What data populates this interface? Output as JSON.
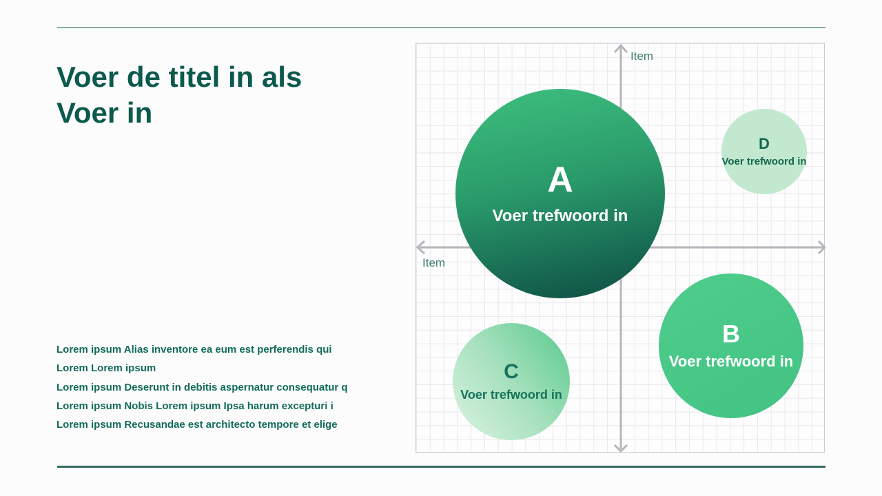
{
  "slide": {
    "title_line1": "Voer de titel in als",
    "title_line2": "Voer in",
    "body_lines": [
      "Lorem ipsum Alias inventore ea eum est perferendis qui",
      "Lorem Lorem ipsum",
      "Lorem ipsum Deserunt in debitis aspernatur consequatur q",
      "Lorem ipsum Nobis Lorem ipsum Ipsa harum excepturi i",
      "Lorem ipsum Recusandae est architecto tempore et elige"
    ]
  },
  "chart": {
    "x_axis_label": "Item",
    "y_axis_label": "Item",
    "bubbles": [
      {
        "id": "A",
        "letter": "A",
        "keyword": "Voer trefwoord in"
      },
      {
        "id": "B",
        "letter": "B",
        "keyword": "Voer trefwoord in"
      },
      {
        "id": "C",
        "letter": "C",
        "keyword": "Voer trefwoord in"
      },
      {
        "id": "D",
        "letter": "D",
        "keyword": "Voer trefwoord in"
      }
    ]
  },
  "chart_data": {
    "type": "scatter",
    "subtype": "bubble-quadrant",
    "title": "",
    "xlabel": "Item",
    "ylabel": "Item",
    "axis_numeric_ticks": false,
    "xlim": [
      -1,
      1
    ],
    "ylim": [
      -1,
      1
    ],
    "grid": true,
    "series": [
      {
        "name": "A",
        "label": "Voer trefwoord in",
        "x": -0.3,
        "y": 0.27,
        "radius_rel": 0.51
      },
      {
        "name": "B",
        "label": "Voer trefwoord in",
        "x": 0.54,
        "y": -0.48,
        "radius_rel": 0.35
      },
      {
        "name": "C",
        "label": "Voer trefwoord in",
        "x": -0.54,
        "y": -0.66,
        "radius_rel": 0.29
      },
      {
        "name": "D",
        "label": "Voer trefwoord in",
        "x": 0.7,
        "y": 0.47,
        "radius_rel": 0.21
      }
    ]
  },
  "colors": {
    "title_text": "#0b5a4d",
    "body_text": "#116b58",
    "top_rule": "#8dab9f",
    "bottom_rule": "#35695d",
    "axis_label_text": "#3f7d70",
    "axis_line": "#b7b5bb",
    "grid_line": "#e9e8ed",
    "bubble_a_gradient": [
      "#3ec07e",
      "#0d4c43"
    ],
    "bubble_b": "#47c987",
    "bubble_c_gradient": [
      "#dcf3e2",
      "#57c98c"
    ],
    "bubble_d": "#c2e8d0",
    "bubble_dark_text": "#17735a",
    "bubble_light_text": "#ffffff"
  }
}
